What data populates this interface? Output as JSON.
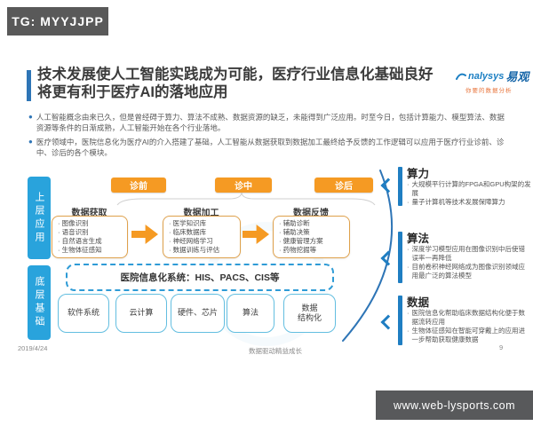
{
  "header": {
    "tg_label": "TG: MYYJJPP"
  },
  "slide": {
    "title": {
      "line1": "技术发展使人工智能实践成为可能，医疗行业信息化基础良好",
      "line2": "将更有利于医疗AI的落地应用"
    },
    "logo": {
      "brand_text": "nalysys",
      "brand_cn": "易观",
      "tagline": "你要的数据分析"
    },
    "bullets": [
      "人工智能概念由来已久，但是曾经碍于算力、算法不成熟、数据资源的缺乏，未能得到广泛应用。时至今日，包括计算能力、模型算法、数据资源等条件的日渐成熟，人工智能开始在各个行业落地。",
      "医疗领域中，医院信息化为医疗AI的介入搭建了基础，人工智能从数据获取到数据加工最终给予反馈的工作逻辑可以应用于医疗行业诊前、诊中、诊后的各个模块。"
    ]
  },
  "diagram": {
    "side_labels": [
      "上层应用",
      "底层基础"
    ],
    "stages": [
      "诊前",
      "诊中",
      "诊后"
    ],
    "columns": [
      {
        "header": "数据获取",
        "items": [
          "图像识别",
          "语音识别",
          "自然语言生成",
          "生物体征感知"
        ]
      },
      {
        "header": "数据加工",
        "items": [
          "医学知识库",
          "临床数据库",
          "神经网络学习",
          "数据训练与评估"
        ]
      },
      {
        "header": "数据反馈",
        "items": [
          "辅助诊断",
          "辅助决策",
          "健康管理方案",
          "药物挖掘等"
        ]
      }
    ],
    "his_box_label": "医院信息化系统：HIS、PACS、CIS等",
    "foundation": [
      "软件系统",
      "云计算",
      "硬件、芯片",
      "算法",
      "数据\n结构化"
    ]
  },
  "right_panel": {
    "sections": [
      {
        "title": "算力",
        "bullets": [
          "大规模平行计算的FPGA和GPU构架的发展",
          "量子计算机等技术发展保障算力"
        ]
      },
      {
        "title": "算法",
        "bullets": [
          "深度学习模型应用在图像识别中后使错误率一再降低",
          "目前卷积神经网络成为图像识别领域应用最广泛的算法模型"
        ]
      },
      {
        "title": "数据",
        "bullets": [
          "医院信息化帮助临床数据结构化便于数据流转应用",
          "生物体征感知在智能可穿戴上的应用进一步帮助获取健康数据"
        ]
      }
    ]
  },
  "footer": {
    "date": "2019/4/24",
    "slogan": "数据驱动精益成长",
    "page": "9"
  },
  "bottom_bar": {
    "url": "www.web-lysports.com"
  },
  "colors": {
    "accent_blue": "#2E75B6",
    "bright_blue": "#29A3DC",
    "panel_blue": "#1F7EC2",
    "orange": "#F59A23",
    "box_border_orange": "#DFA14C",
    "box_border_cyan": "#63BEE0",
    "dark_bar": "#595959"
  }
}
